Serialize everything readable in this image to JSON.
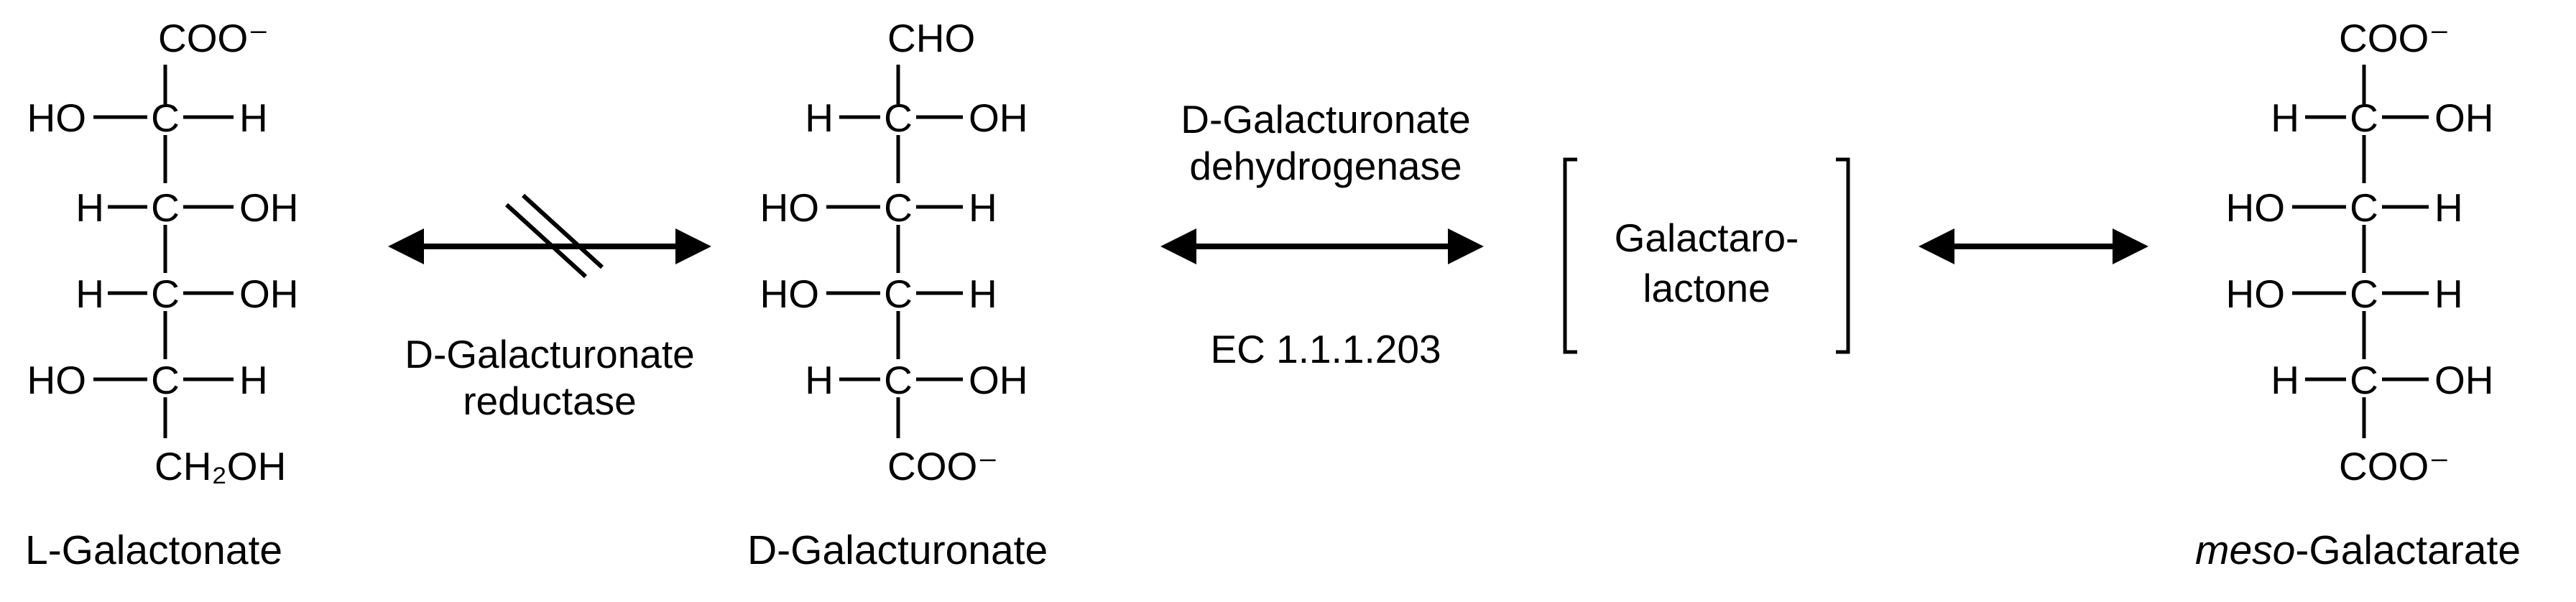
{
  "compounds": [
    {
      "name": "L-Galactonate",
      "top": "COO⁻",
      "rows": [
        {
          "left": "HO",
          "right": "H"
        },
        {
          "left": "H",
          "right": "OH"
        },
        {
          "left": "H",
          "right": "OH"
        },
        {
          "left": "HO",
          "right": "H"
        }
      ],
      "bottom": "CH₂OH"
    },
    {
      "name": "D-Galacturonate",
      "top": "CHO",
      "rows": [
        {
          "left": "H",
          "right": "OH"
        },
        {
          "left": "HO",
          "right": "H"
        },
        {
          "left": "HO",
          "right": "H"
        },
        {
          "left": "H",
          "right": "OH"
        }
      ],
      "bottom": "COO⁻"
    },
    {
      "name_italic": "meso",
      "name_rest": "-Galactarate",
      "top": "COO⁻",
      "rows": [
        {
          "left": "H",
          "right": "OH"
        },
        {
          "left": "HO",
          "right": "H"
        },
        {
          "left": "HO",
          "right": "H"
        },
        {
          "left": "H",
          "right": "OH"
        }
      ],
      "bottom": "COO⁻"
    }
  ],
  "carbon_symbol": "C",
  "reactions": [
    {
      "enzyme_line1": "D-Galacturonate",
      "enzyme_line2": "reductase",
      "blocked": true
    },
    {
      "enzyme_line1": "D-Galacturonate",
      "enzyme_line2": "dehydrogenase",
      "ec": "EC 1.1.1.203"
    },
    {}
  ],
  "intermediate": {
    "line1": "Galactaro-",
    "line2": "lactone"
  }
}
